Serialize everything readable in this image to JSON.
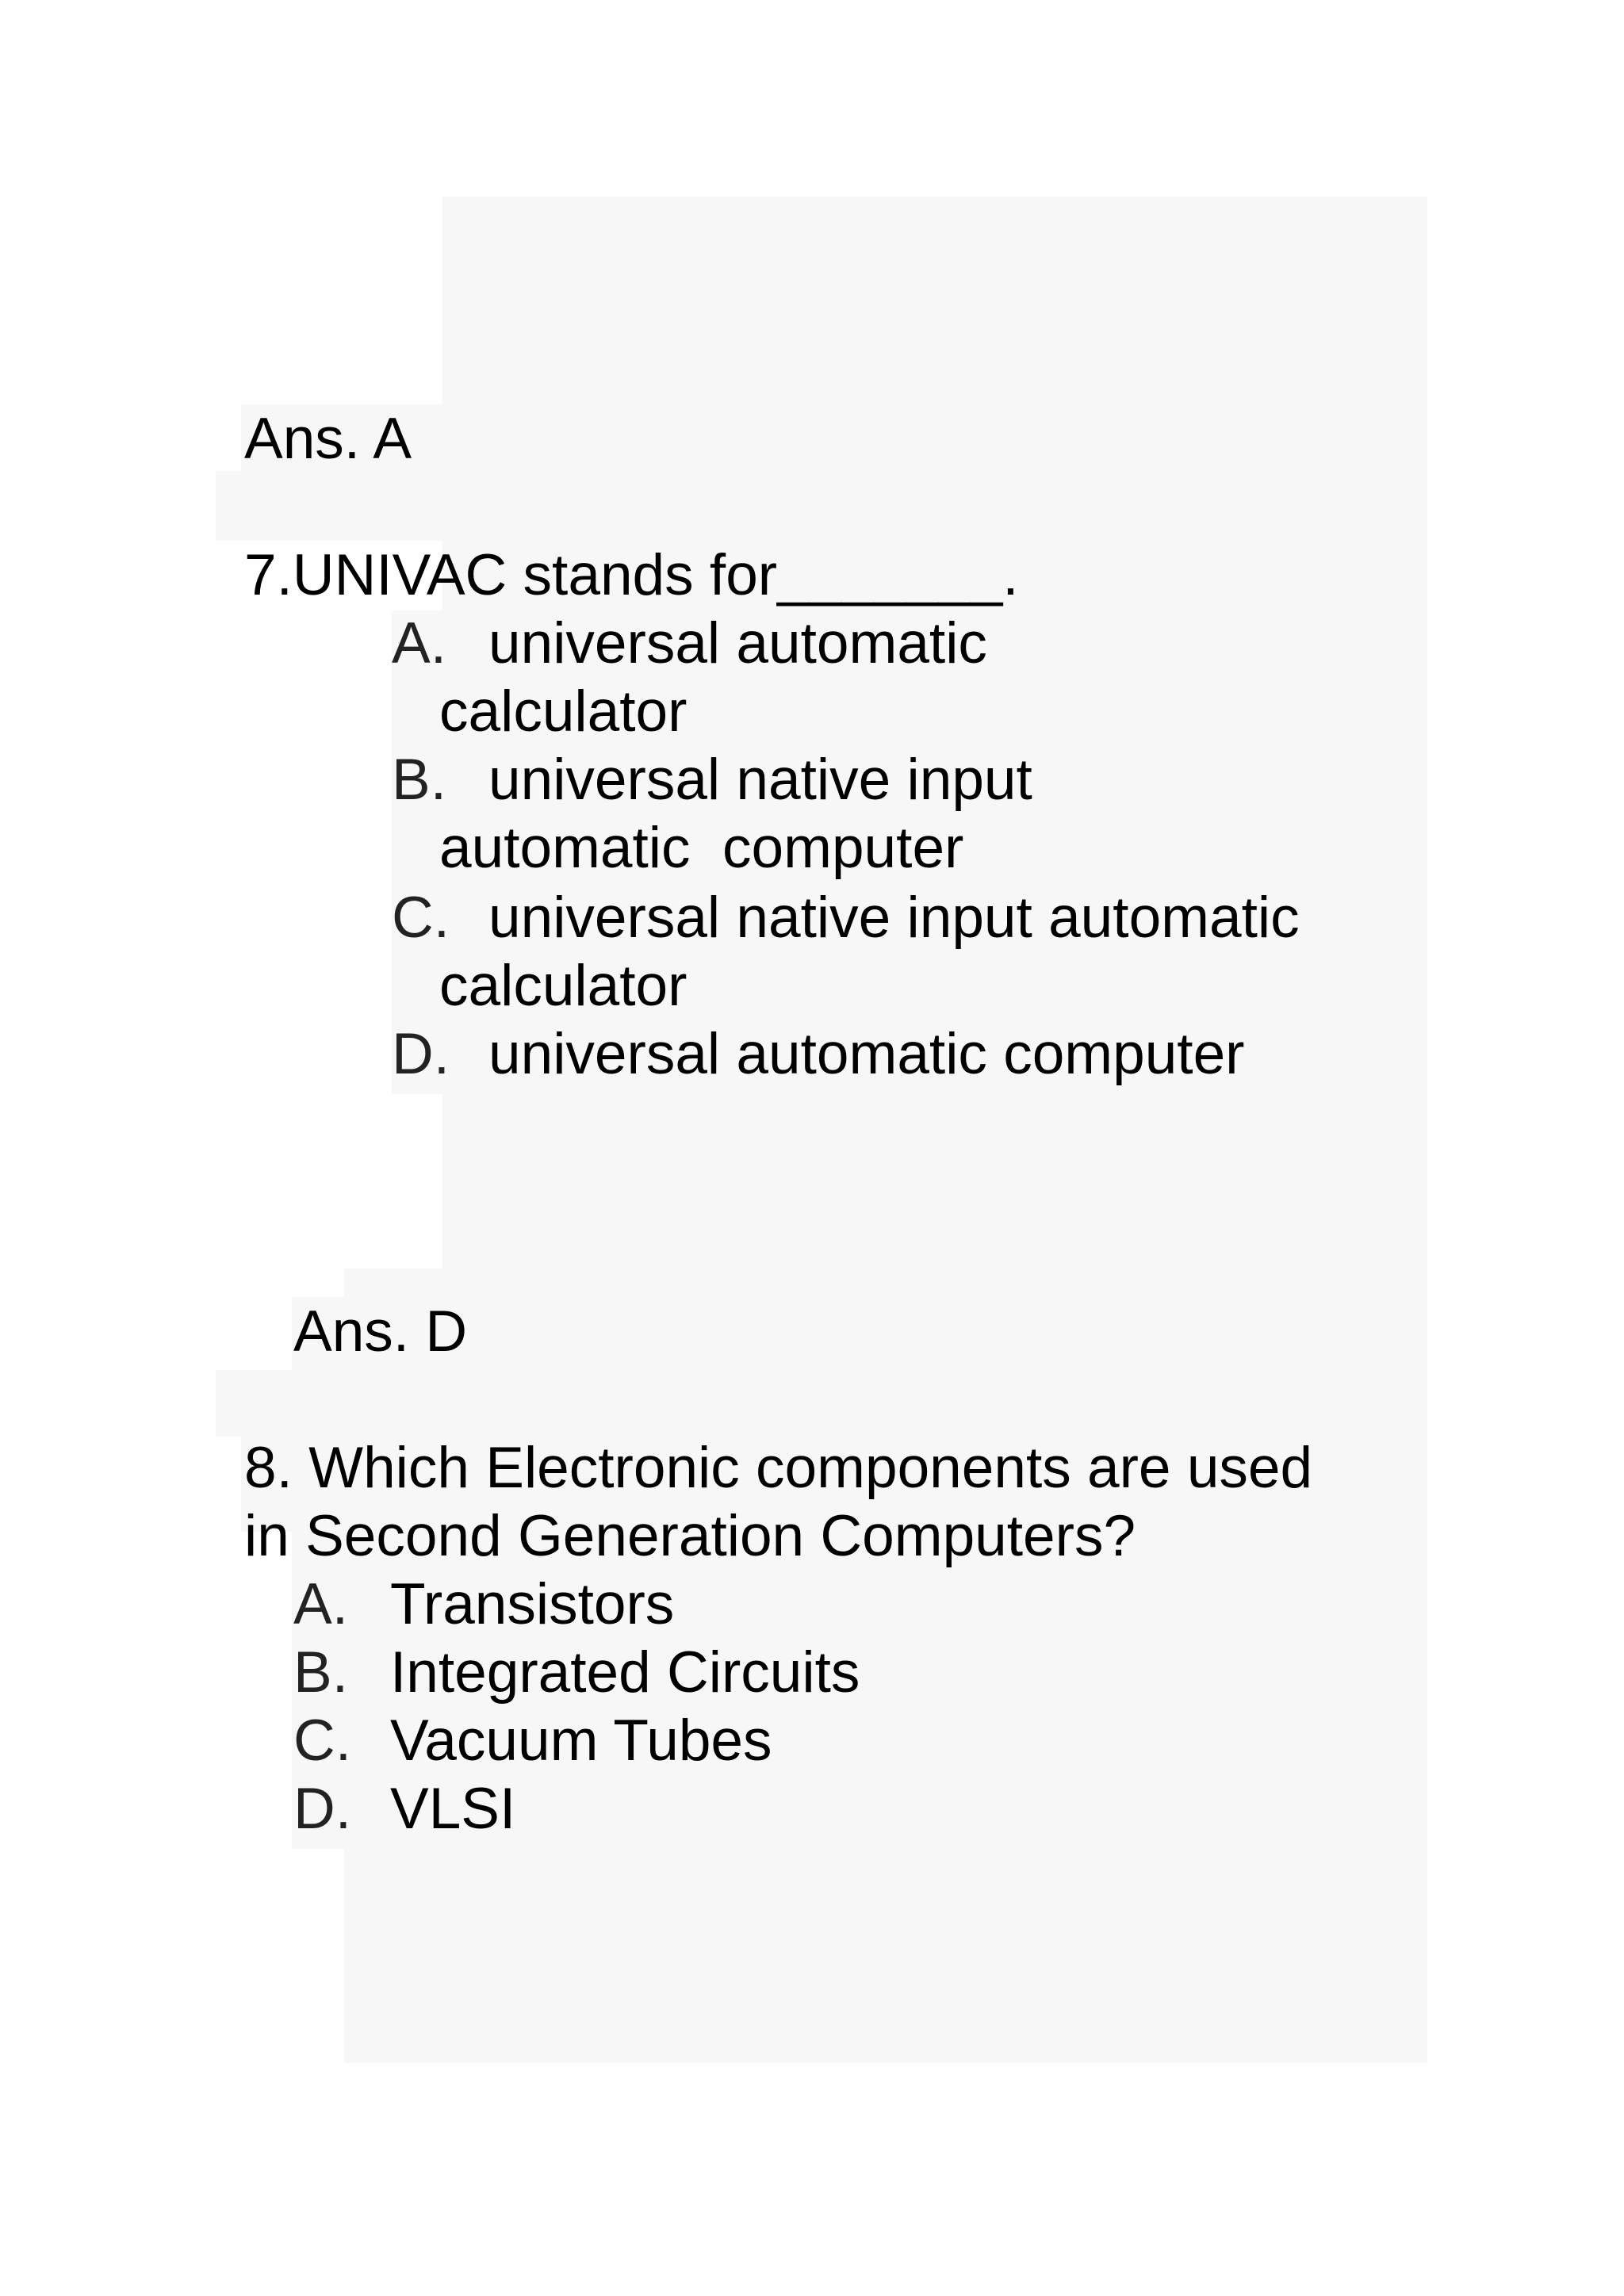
{
  "answers": {
    "q6_answer": "Ans. A",
    "q7_answer": "Ans. D"
  },
  "q7": {
    "question": "7.UNIVAC stands for_______.",
    "options": [
      {
        "letter": "A.",
        "lines": [
          "universal automatic",
          "calculator"
        ]
      },
      {
        "letter": "B.",
        "lines": [
          "universal native input",
          "automatic  computer"
        ]
      },
      {
        "letter": "C.",
        "lines": [
          "universal native input automatic",
          "calculator"
        ]
      },
      {
        "letter": "D.",
        "lines": [
          "universal automatic computer"
        ]
      }
    ]
  },
  "q8": {
    "question_lines": [
      "8. Which Electronic components are used",
      "in Second Generation Computers?"
    ],
    "options": [
      {
        "letter": "A.",
        "text": "Transistors"
      },
      {
        "letter": "B.",
        "text": "Integrated Circuits"
      },
      {
        "letter": "C.",
        "text": "Vacuum Tubes"
      },
      {
        "letter": "D.",
        "text": "VLSI"
      }
    ]
  }
}
